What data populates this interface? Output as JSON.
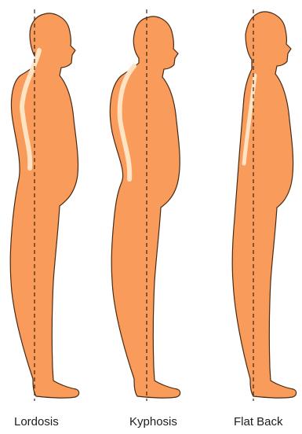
{
  "figures": [
    {
      "id": "lordosis",
      "label": "Lordosis"
    },
    {
      "id": "kyphosis",
      "label": "Kyphosis"
    },
    {
      "id": "flatback",
      "label": "Flat Back"
    }
  ],
  "colors": {
    "body_fill": "#F99B5A",
    "body_outline": "#4A2A12",
    "spine_highlight": "#FFE3C2",
    "plumb_line": "#3B2414",
    "caption_text": "#1C1C1C",
    "background": "#FFFFFF"
  }
}
